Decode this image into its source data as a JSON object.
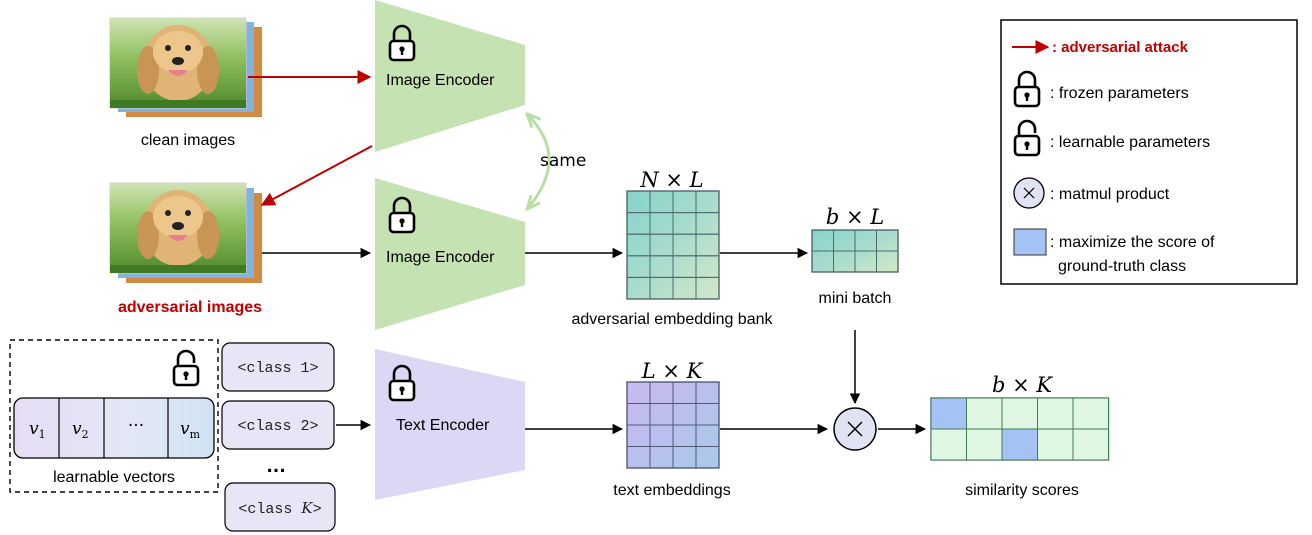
{
  "labels": {
    "clean_images": "clean images",
    "adversarial_images": "adversarial images",
    "image_encoder_top": "Image Encoder",
    "image_encoder_bottom": "Image Encoder",
    "text_encoder": "Text Encoder",
    "same": "same",
    "nl_dim": "N × L",
    "bl_dim": "b × L",
    "lk_dim": "L × K",
    "bk_dim": "b × K",
    "adv_bank": "adversarial embedding bank",
    "mini_batch": "mini batch",
    "text_embeddings": "text embeddings",
    "similarity_scores": "similarity scores",
    "learnable_vectors": "learnable vectors",
    "class_1": "<class 1>",
    "class_2": "<class 2>",
    "class_k_prefix": "<class ",
    "class_k_var": "K",
    "class_k_suffix": ">",
    "ellipsis": "...",
    "v1": "v",
    "v1_sub": "1",
    "v2": "v",
    "v2_sub": "2",
    "vdots": "···",
    "vm": "v",
    "vm_sub": "m"
  },
  "legend": {
    "adversarial_attack": ": adversarial attack",
    "frozen": ": frozen parameters",
    "learnable": ": learnable parameters",
    "matmul": ": matmul product",
    "maximize_line1": ": maximize the score of",
    "maximize_line2": "ground-truth class"
  },
  "colors": {
    "encoder_image": "#c5e2b3",
    "encoder_text": "#ddd6f4",
    "attack_red": "#c00000",
    "grid_teal_start": "#7ecfc9",
    "grid_teal_end": "#cfe6c8",
    "grid_purple_start": "#c7b8ee",
    "grid_purple_end": "#a9c6ea",
    "score_light": "#dff7e2",
    "score_highlight": "#a4c2f4",
    "arrow_same": "#b9dfa6"
  },
  "icons": {
    "lock_closed": "lock-closed-icon",
    "lock_open": "lock-open-icon",
    "matmul": "times-circle-icon",
    "photo": "dog-photo-icon"
  },
  "similarity_highlight": [
    [
      0,
      0
    ],
    [
      1,
      2
    ]
  ]
}
